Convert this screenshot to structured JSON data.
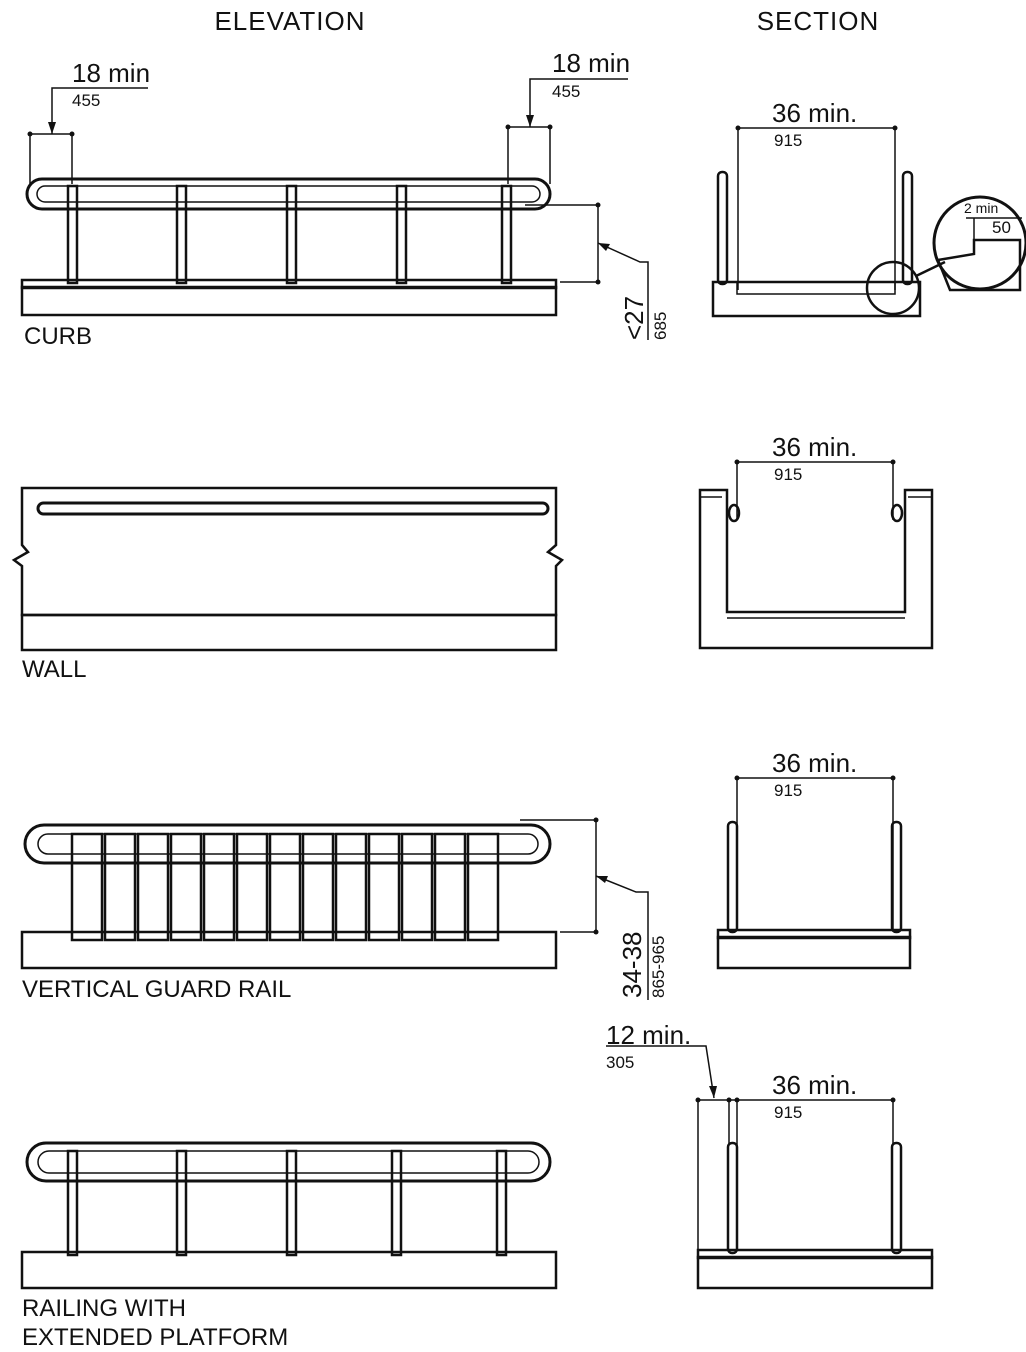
{
  "headers": {
    "elevation": "ELEVATION",
    "section": "SECTION"
  },
  "curb": {
    "label": "CURB",
    "left_dim": {
      "imperial": "18 min",
      "metric": "455"
    },
    "right_dim": {
      "imperial": "18 min",
      "metric": "455"
    },
    "height_dim": {
      "imperial": "<27",
      "metric": "685"
    },
    "section_width": {
      "imperial": "36 min.",
      "metric": "915"
    },
    "detail_dim": {
      "imperial": "2 min",
      "metric": "50"
    }
  },
  "wall": {
    "label": "WALL",
    "section_width": {
      "imperial": "36 min.",
      "metric": "915"
    }
  },
  "vertical_guard_rail": {
    "label": "VERTICAL GUARD RAIL",
    "height_dim": {
      "imperial": "34-38",
      "metric": "865-965"
    },
    "section_width": {
      "imperial": "36 min.",
      "metric": "915"
    }
  },
  "extended_platform": {
    "label_line1": "RAILING WITH",
    "label_line2": "EXTENDED PLATFORM",
    "platform_dim": {
      "imperial": "12 min.",
      "metric": "305"
    },
    "section_width": {
      "imperial": "36 min.",
      "metric": "915"
    }
  }
}
